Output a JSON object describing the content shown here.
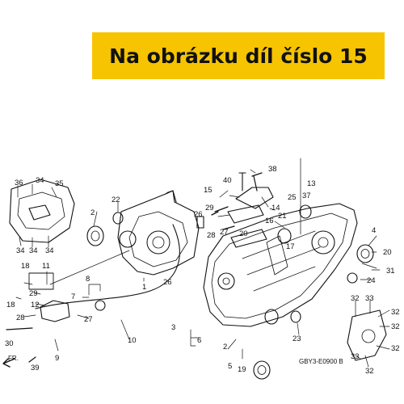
{
  "banner": {
    "text": "Na obrázku díl číslo 15",
    "color": "#f6c400"
  },
  "diagram_code": "GBY3-E0900 B",
  "front_marker": "FR.",
  "callouts": [
    "1",
    "2",
    "3",
    "4",
    "5",
    "6",
    "7",
    "8",
    "9",
    "10",
    "11",
    "12",
    "13",
    "14",
    "15",
    "16",
    "17",
    "18",
    "19",
    "20",
    "21",
    "22",
    "23",
    "24",
    "25",
    "26",
    "27",
    "28",
    "29",
    "30",
    "31",
    "32",
    "33",
    "34",
    "35",
    "36",
    "37",
    "38",
    "39",
    "40"
  ]
}
